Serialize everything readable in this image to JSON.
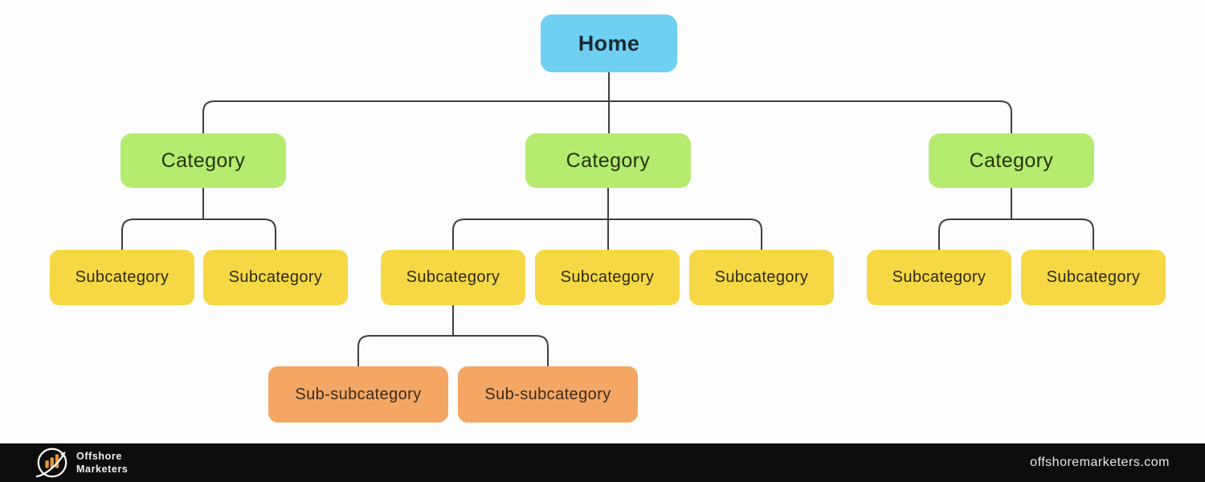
{
  "diagram": {
    "root": {
      "label": "Home"
    },
    "categories": [
      {
        "label": "Category",
        "subcategories": [
          {
            "label": "Subcategory"
          },
          {
            "label": "Subcategory"
          }
        ]
      },
      {
        "label": "Category",
        "subcategories": [
          {
            "label": "Subcategory",
            "children": [
              {
                "label": "Sub-subcategory"
              },
              {
                "label": "Sub-subcategory"
              }
            ]
          },
          {
            "label": "Subcategory"
          },
          {
            "label": "Subcategory"
          }
        ]
      },
      {
        "label": "Category",
        "subcategories": [
          {
            "label": "Subcategory"
          },
          {
            "label": "Subcategory"
          }
        ]
      }
    ]
  },
  "colors": {
    "home_fill": "#6FD0F2",
    "category_fill": "#B5EC6F",
    "subcategory_fill": "#F6D844",
    "subsubcategory_fill": "#F4A765",
    "connector": "#3f3f3f",
    "footer_bg": "#0d0d0d",
    "footer_text": "#f2f2f2",
    "logo_bar_color": "#E8962F"
  },
  "footer": {
    "brand_name_line1": "Offshore",
    "brand_name_line2": "Marketers",
    "website": "offshoremarketers.com",
    "logo": "bar-chart-swoosh-circle"
  }
}
